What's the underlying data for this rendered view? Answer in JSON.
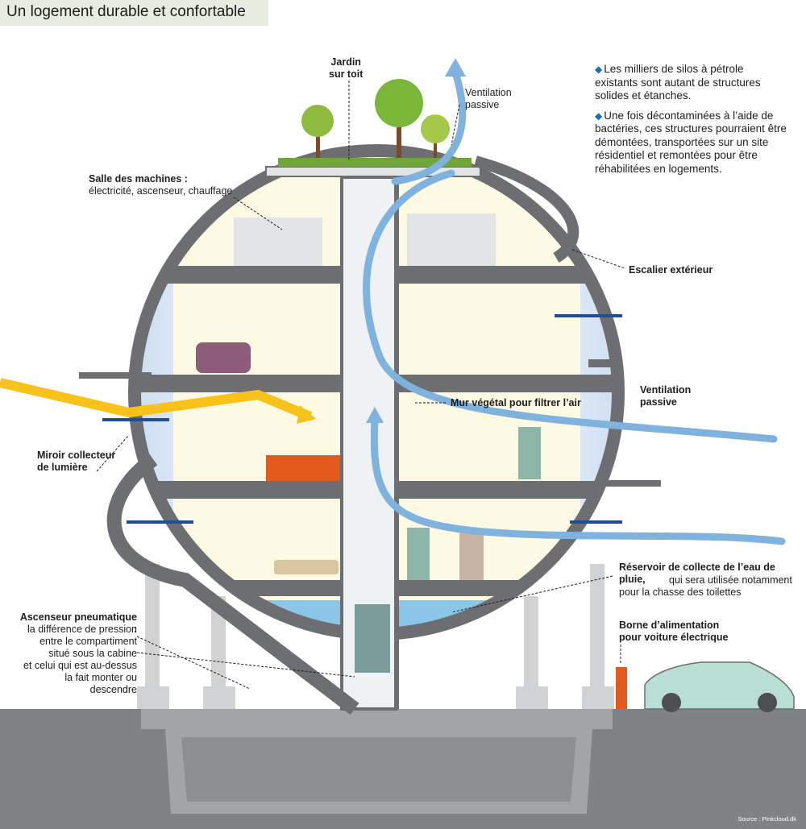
{
  "title": "Un logement durable et confortable",
  "labels": {
    "jardin": "Jardin\nsur toit",
    "ventilation_top": "Ventilation\npassive",
    "ventilation_right": "Ventilation\npassive",
    "salle_title": "Salle des machines :",
    "salle_desc": "électricité, ascenseur, chauffage",
    "escalier": "Escalier extérieur",
    "mur": "Mur végétal pour filtrer l’air",
    "miroir": "Miroir collecteur\nde lumière",
    "reservoir_title": "Réservoir de collecte de l’eau de\npluie,",
    "reservoir_desc": "qui sera utilisée notamment\npour la chasse des toilettes",
    "ascenseur_title": "Ascenseur pneumatique :",
    "ascenseur_desc": "la différence de pression\nentre le compartiment\nsitué sous la cabine\net celui qui est au-dessus\nla fait monter ou\ndescendre",
    "borne": "Borne d’alimentation\npour voiture électrique"
  },
  "bullets": [
    "Les milliers de silos à pétrole existants sont autant de structures solides et étanches.",
    "Une fois décontaminées à l’aide de bactéries, ces structures pourraient être démontées, transportées sur un site résidentiel et remontées pour être réhabilitées en logements."
  ],
  "source": "Source : Pinkcloud.dk",
  "colors": {
    "structure": "#6d6e71",
    "wall": "#fdf9e3",
    "air": "#7fb2dd",
    "sun": "#f8c21b",
    "ground": "#818285",
    "mirror": "#1f4e95",
    "title_band": "#e6ecdf"
  }
}
